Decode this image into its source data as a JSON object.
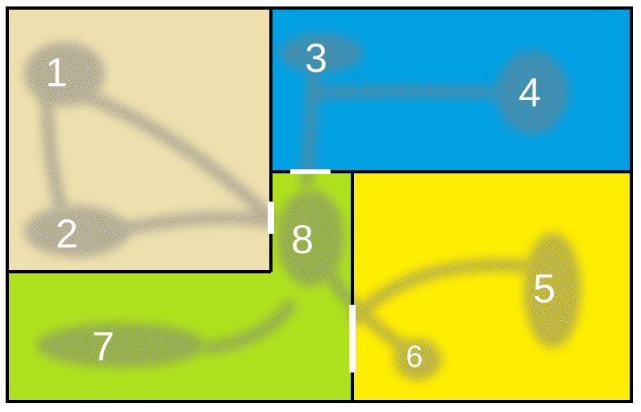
{
  "regions": [
    {
      "id": "tan",
      "color": "#EEE0AE"
    },
    {
      "id": "blue",
      "color": "#00A0E3"
    },
    {
      "id": "green",
      "color": "#AEE11D"
    },
    {
      "id": "yellow",
      "color": "#FFEE00"
    }
  ],
  "border_color": "#000000",
  "gap_color": "#FFFFFF",
  "cloud_color": "#7F7F7F",
  "clusters": [
    {
      "label": "1"
    },
    {
      "label": "2"
    },
    {
      "label": "3"
    },
    {
      "label": "4"
    },
    {
      "label": "5"
    },
    {
      "label": "6"
    },
    {
      "label": "7"
    },
    {
      "label": "8"
    }
  ]
}
